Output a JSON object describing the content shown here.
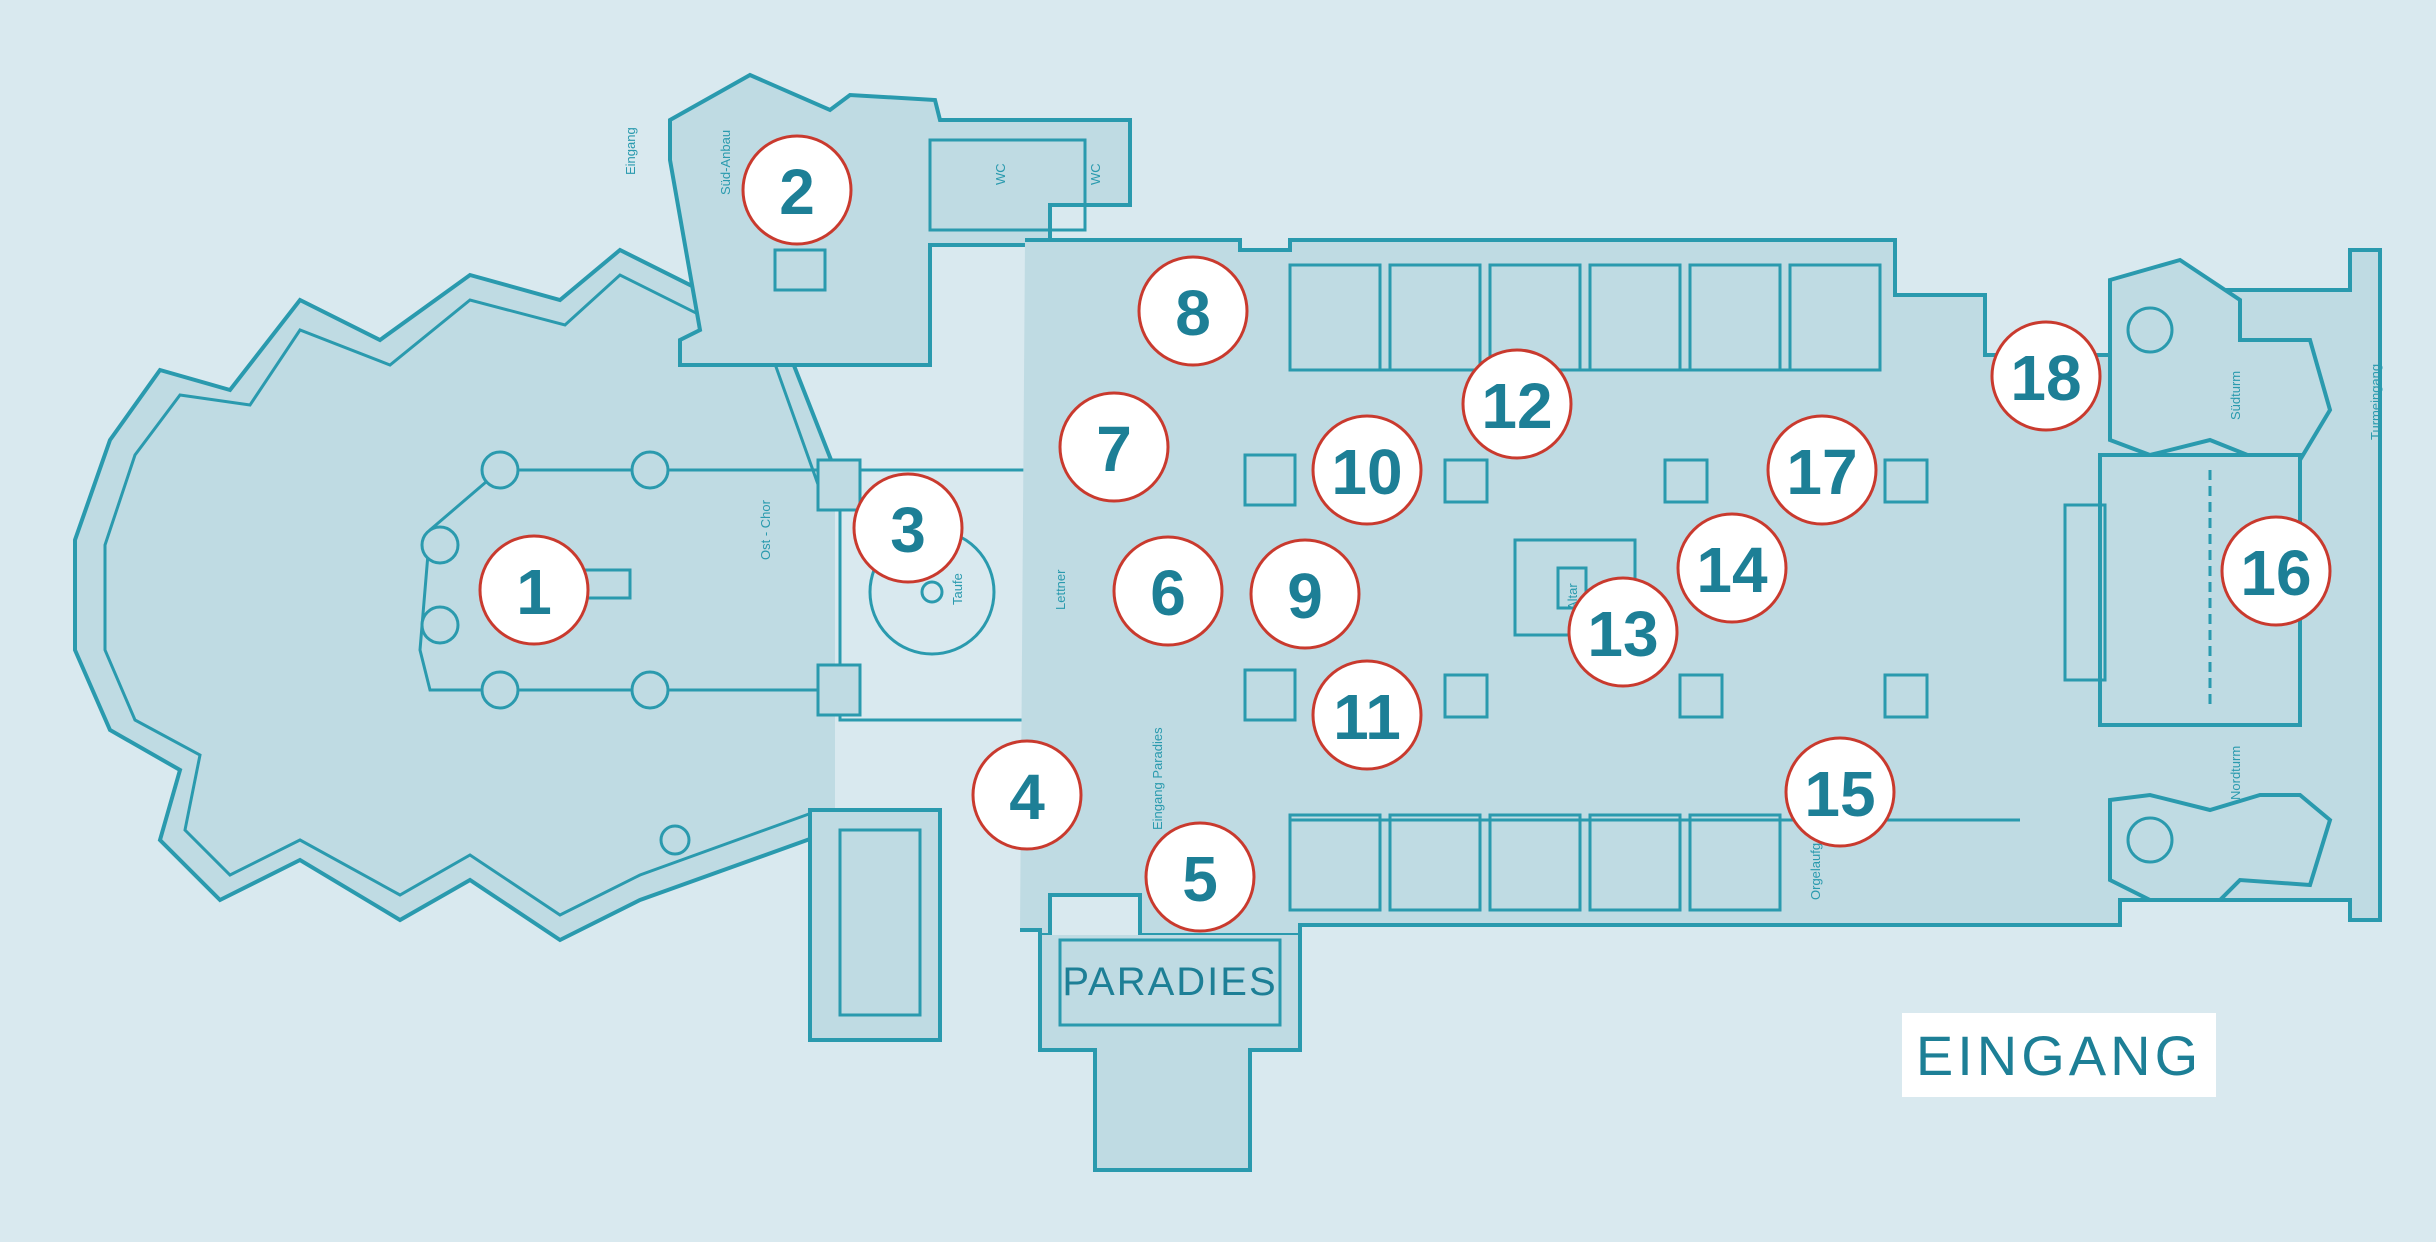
{
  "map": {
    "markers": [
      {
        "id": "1",
        "label": "1"
      },
      {
        "id": "2",
        "label": "2"
      },
      {
        "id": "3",
        "label": "3"
      },
      {
        "id": "4",
        "label": "4"
      },
      {
        "id": "5",
        "label": "5"
      },
      {
        "id": "6",
        "label": "6"
      },
      {
        "id": "7",
        "label": "7"
      },
      {
        "id": "8",
        "label": "8"
      },
      {
        "id": "9",
        "label": "9"
      },
      {
        "id": "10",
        "label": "10"
      },
      {
        "id": "11",
        "label": "11"
      },
      {
        "id": "12",
        "label": "12"
      },
      {
        "id": "13",
        "label": "13"
      },
      {
        "id": "14",
        "label": "14"
      },
      {
        "id": "15",
        "label": "15"
      },
      {
        "id": "16",
        "label": "16"
      },
      {
        "id": "17",
        "label": "17"
      },
      {
        "id": "18",
        "label": "18"
      }
    ],
    "labels": {
      "paradies": "PARADIES",
      "eingang": "EINGANG",
      "ost_chor": "Ost - Chor",
      "sued_anbau": "Süd-Anbau",
      "eingang_small": "Eingang",
      "taufe": "Taufe",
      "lettner": "Lettner",
      "altar": "Altar",
      "eingang_paradies": "Eingang Paradies",
      "suedturm": "Südturm",
      "nordturm": "Nordturm",
      "turmeingang": "Turmeingang",
      "orgelaufgang": "Orgelaufg.",
      "wc1": "WC",
      "wc2": "WC"
    },
    "colors": {
      "background": "#d9e9ef",
      "line": "#2a9aae",
      "marker_ring": "#c93a2e",
      "marker_text": "#1d7f96"
    }
  }
}
